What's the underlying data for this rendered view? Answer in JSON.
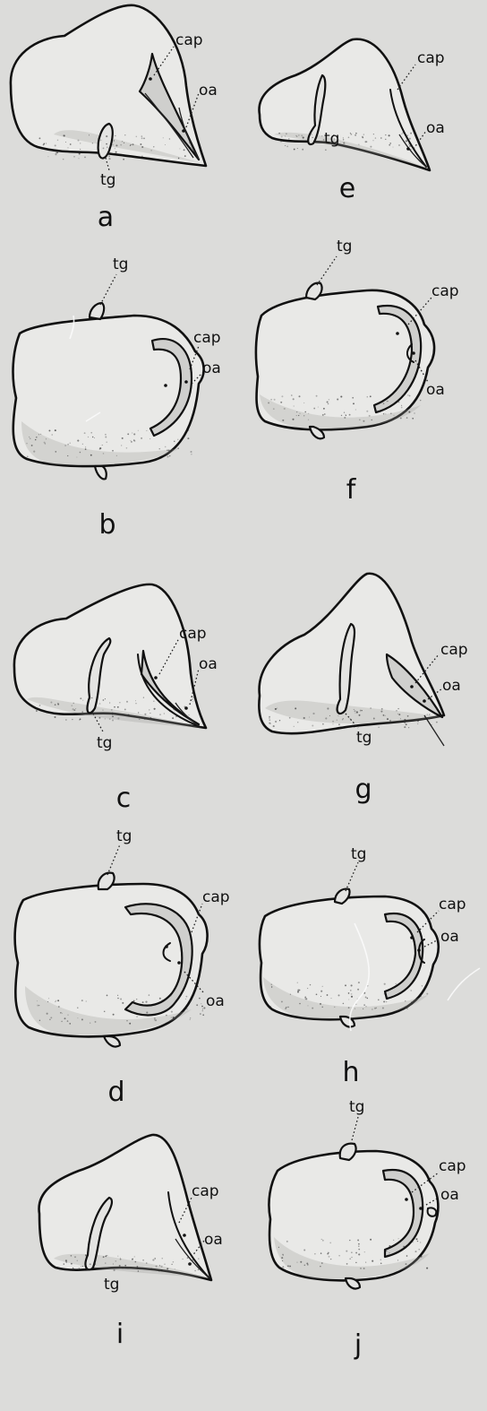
{
  "labels": {
    "cap": "cap",
    "oa": "oa",
    "tg": "tg"
  },
  "panels": [
    {
      "letter": "a",
      "view": "lateral"
    },
    {
      "letter": "b",
      "view": "dorsal"
    },
    {
      "letter": "c",
      "view": "lateral"
    },
    {
      "letter": "d",
      "view": "dorsal"
    },
    {
      "letter": "e",
      "view": "lateral"
    },
    {
      "letter": "f",
      "view": "dorsal"
    },
    {
      "letter": "g",
      "view": "lateral"
    },
    {
      "letter": "h",
      "view": "dorsal"
    },
    {
      "letter": "i",
      "view": "lateral"
    },
    {
      "letter": "j",
      "view": "dorsal"
    }
  ]
}
